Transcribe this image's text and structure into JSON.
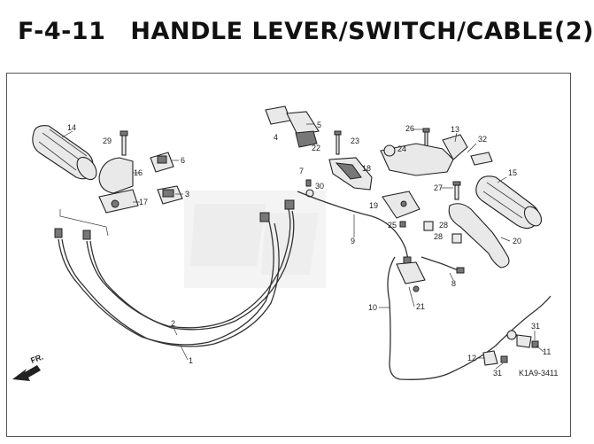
{
  "header": {
    "code": "F-4-11",
    "title": "HANDLE LEVER/SWITCH/CABLE(2)"
  },
  "diagram": {
    "direction_label": "FR.",
    "figure_code": "K1A9-3411",
    "callouts": [
      "1",
      "2",
      "3",
      "4",
      "5",
      "6",
      "7",
      "8",
      "9",
      "10",
      "11",
      "12",
      "13",
      "14",
      "15",
      "16",
      "17",
      "18",
      "19",
      "20",
      "21",
      "22",
      "23",
      "24",
      "25",
      "26",
      "27",
      "28",
      "28",
      "29",
      "30",
      "31",
      "31",
      "32"
    ]
  }
}
